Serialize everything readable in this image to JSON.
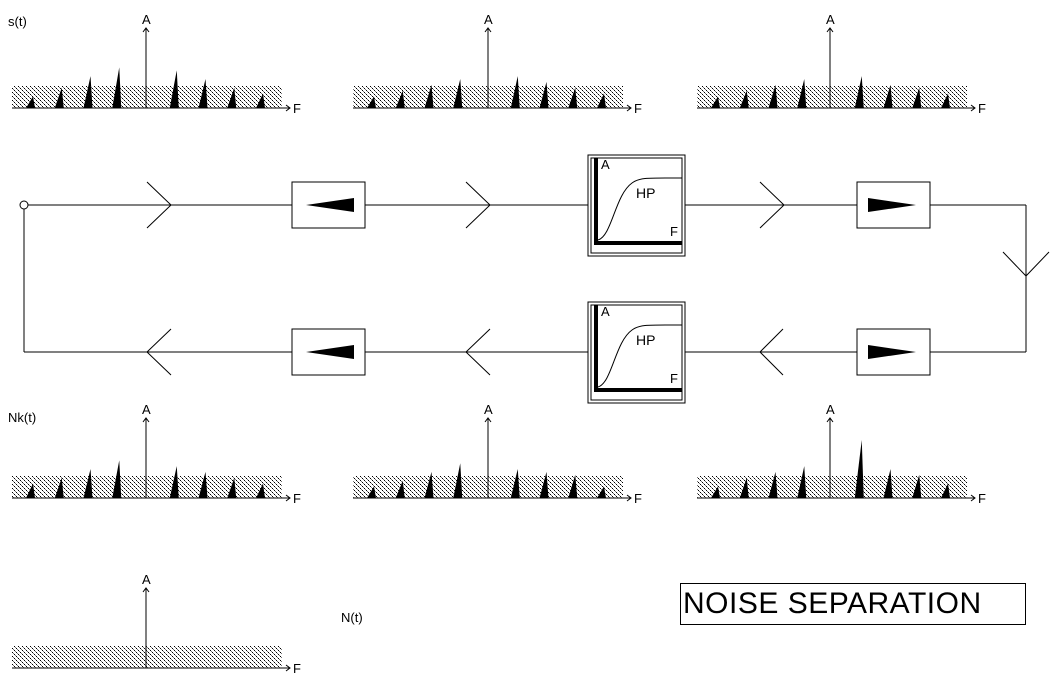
{
  "title": "NOISE SEPARATION",
  "spectra": [
    {
      "signal_label": "s(t)",
      "amplitude_label": "A",
      "frequency_label": "F",
      "peaks": [
        0.2,
        0.35,
        0.55,
        0.7,
        1.0,
        0.65,
        0.5,
        0.35,
        0.25
      ]
    },
    {
      "signal_label": "",
      "amplitude_label": "A",
      "frequency_label": "F",
      "peaks": [
        0.2,
        0.3,
        0.4,
        0.5,
        1.0,
        0.55,
        0.45,
        0.35,
        0.25
      ]
    },
    {
      "signal_label": "",
      "amplitude_label": "A",
      "frequency_label": "F",
      "peaks": [
        0.2,
        0.3,
        0.4,
        0.5,
        1.0,
        0.55,
        0.4,
        0.35,
        0.25
      ]
    },
    {
      "signal_label": "Nk(t)",
      "amplitude_label": "A",
      "frequency_label": "F",
      "peaks": [
        0.25,
        0.35,
        0.5,
        0.65,
        0.95,
        0.55,
        0.45,
        0.35,
        0.25
      ]
    },
    {
      "signal_label": "",
      "amplitude_label": "A",
      "frequency_label": "F",
      "peaks": [
        0.2,
        0.3,
        0.45,
        0.6,
        1.0,
        0.5,
        0.45,
        0.4,
        0.2
      ]
    },
    {
      "signal_label": "",
      "amplitude_label": "A",
      "frequency_label": "F",
      "peaks": [
        0.2,
        0.35,
        0.45,
        0.55,
        0.7,
        1.0,
        0.5,
        0.4,
        0.25
      ]
    },
    {
      "signal_label": "",
      "amplitude_label": "A",
      "frequency_label": "F",
      "peaks": []
    }
  ],
  "noise_label": "N(t)",
  "filters": [
    {
      "type": "high-pass",
      "amplitude_label": "A",
      "frequency_label": "F",
      "name": "HP"
    },
    {
      "type": "high-pass",
      "amplitude_label": "A",
      "frequency_label": "F",
      "name": "HP"
    }
  ],
  "icons": [
    "arrow-chevron-icon",
    "wedge-amplifier-icon",
    "input-node-icon"
  ]
}
